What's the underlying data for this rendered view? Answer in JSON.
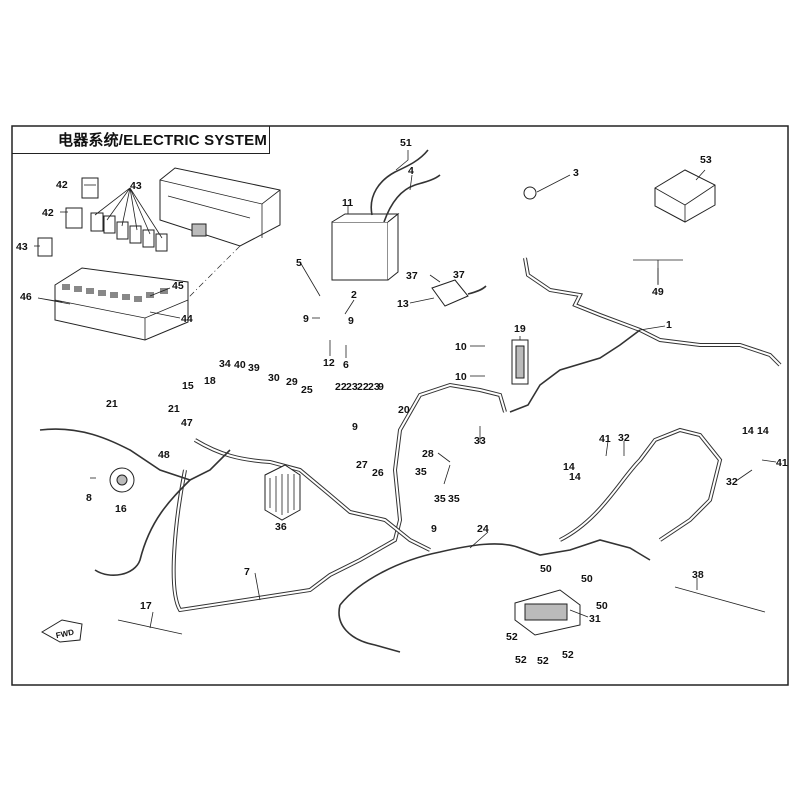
{
  "title": "电器系统/ELECTRIC SYSTEM",
  "fwd_label": "FWD",
  "callouts": [
    {
      "id": "c1",
      "label": "1"
    },
    {
      "id": "c2",
      "label": "2"
    },
    {
      "id": "c3",
      "label": "3"
    },
    {
      "id": "c4",
      "label": "4"
    },
    {
      "id": "c5",
      "label": "5"
    },
    {
      "id": "c6",
      "label": "6"
    },
    {
      "id": "c7",
      "label": "7"
    },
    {
      "id": "c8",
      "label": "8"
    },
    {
      "id": "c9a",
      "label": "9"
    },
    {
      "id": "c9b",
      "label": "9"
    },
    {
      "id": "c9c",
      "label": "9"
    },
    {
      "id": "c9d",
      "label": "9"
    },
    {
      "id": "c9e",
      "label": "9"
    },
    {
      "id": "c10a",
      "label": "10"
    },
    {
      "id": "c10b",
      "label": "10"
    },
    {
      "id": "c11",
      "label": "11"
    },
    {
      "id": "c12",
      "label": "12"
    },
    {
      "id": "c13",
      "label": "13"
    },
    {
      "id": "c14a",
      "label": "14"
    },
    {
      "id": "c14b",
      "label": "14"
    },
    {
      "id": "c14c",
      "label": "14"
    },
    {
      "id": "c14d",
      "label": "14"
    },
    {
      "id": "c15",
      "label": "15"
    },
    {
      "id": "c16",
      "label": "16"
    },
    {
      "id": "c17",
      "label": "17"
    },
    {
      "id": "c18",
      "label": "18"
    },
    {
      "id": "c19",
      "label": "19"
    },
    {
      "id": "c20",
      "label": "20"
    },
    {
      "id": "c21a",
      "label": "21"
    },
    {
      "id": "c21b",
      "label": "21"
    },
    {
      "id": "c22a",
      "label": "22"
    },
    {
      "id": "c23a",
      "label": "23"
    },
    {
      "id": "c22b",
      "label": "22"
    },
    {
      "id": "c23b",
      "label": "23"
    },
    {
      "id": "c24",
      "label": "24"
    },
    {
      "id": "c25",
      "label": "25"
    },
    {
      "id": "c26",
      "label": "26"
    },
    {
      "id": "c27",
      "label": "27"
    },
    {
      "id": "c28",
      "label": "28"
    },
    {
      "id": "c29",
      "label": "29"
    },
    {
      "id": "c30",
      "label": "30"
    },
    {
      "id": "c31",
      "label": "31"
    },
    {
      "id": "c32a",
      "label": "32"
    },
    {
      "id": "c32b",
      "label": "32"
    },
    {
      "id": "c33",
      "label": "33"
    },
    {
      "id": "c34",
      "label": "34"
    },
    {
      "id": "c35a",
      "label": "35"
    },
    {
      "id": "c35b",
      "label": "35"
    },
    {
      "id": "c35c",
      "label": "35"
    },
    {
      "id": "c36",
      "label": "36"
    },
    {
      "id": "c37a",
      "label": "37"
    },
    {
      "id": "c37b",
      "label": "37"
    },
    {
      "id": "c38",
      "label": "38"
    },
    {
      "id": "c39",
      "label": "39"
    },
    {
      "id": "c40",
      "label": "40"
    },
    {
      "id": "c41a",
      "label": "41"
    },
    {
      "id": "c41b",
      "label": "41"
    },
    {
      "id": "c42a",
      "label": "42"
    },
    {
      "id": "c42b",
      "label": "42"
    },
    {
      "id": "c43a",
      "label": "43"
    },
    {
      "id": "c43b",
      "label": "43"
    },
    {
      "id": "c44",
      "label": "44"
    },
    {
      "id": "c45",
      "label": "45"
    },
    {
      "id": "c46",
      "label": "46"
    },
    {
      "id": "c47",
      "label": "47"
    },
    {
      "id": "c48",
      "label": "48"
    },
    {
      "id": "c49",
      "label": "49"
    },
    {
      "id": "c50a",
      "label": "50"
    },
    {
      "id": "c50b",
      "label": "50"
    },
    {
      "id": "c50c",
      "label": "50"
    },
    {
      "id": "c51",
      "label": "51"
    },
    {
      "id": "c52a",
      "label": "52"
    },
    {
      "id": "c52b",
      "label": "52"
    },
    {
      "id": "c52c",
      "label": "52"
    },
    {
      "id": "c52d",
      "label": "52"
    },
    {
      "id": "c53",
      "label": "53"
    }
  ]
}
